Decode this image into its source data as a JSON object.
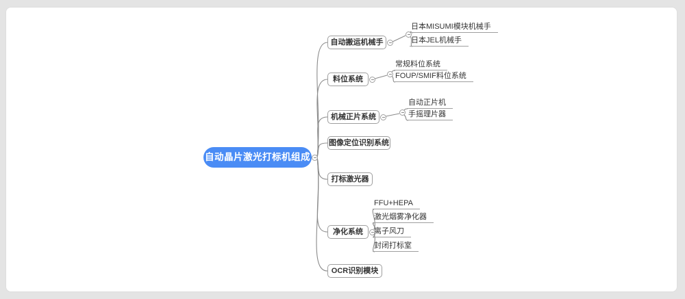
{
  "canvas": {
    "background_color": "#e4e4e4",
    "card_color": "#ffffff",
    "line_color": "#8a8a8a",
    "box_border_color": "#9e9e9e",
    "text_color": "#333333"
  },
  "mindmap": {
    "root": {
      "label": "自动晶片激光打标机组成",
      "fill_color": "#4a8cf5",
      "text_color": "#ffffff"
    },
    "branches": [
      {
        "label": "自动搬运机械手",
        "children": [
          "日本MISUMI模块机械手",
          "日本JEL机械手"
        ]
      },
      {
        "label": "料位系统",
        "children": [
          "常规料位系统",
          "FOUP/SMIF料位系统"
        ]
      },
      {
        "label": "机械正片系统",
        "children": [
          "自动正片机",
          "手摇理片器"
        ]
      },
      {
        "label": "图像定位识别系统",
        "children": []
      },
      {
        "label": "打标激光器",
        "children": []
      },
      {
        "label": "净化系统",
        "children": [
          "FFU+HEPA",
          "激光烟雾净化器",
          "离子风刀",
          "封闭打标室"
        ]
      },
      {
        "label": "OCR识别模块",
        "children": []
      }
    ]
  }
}
